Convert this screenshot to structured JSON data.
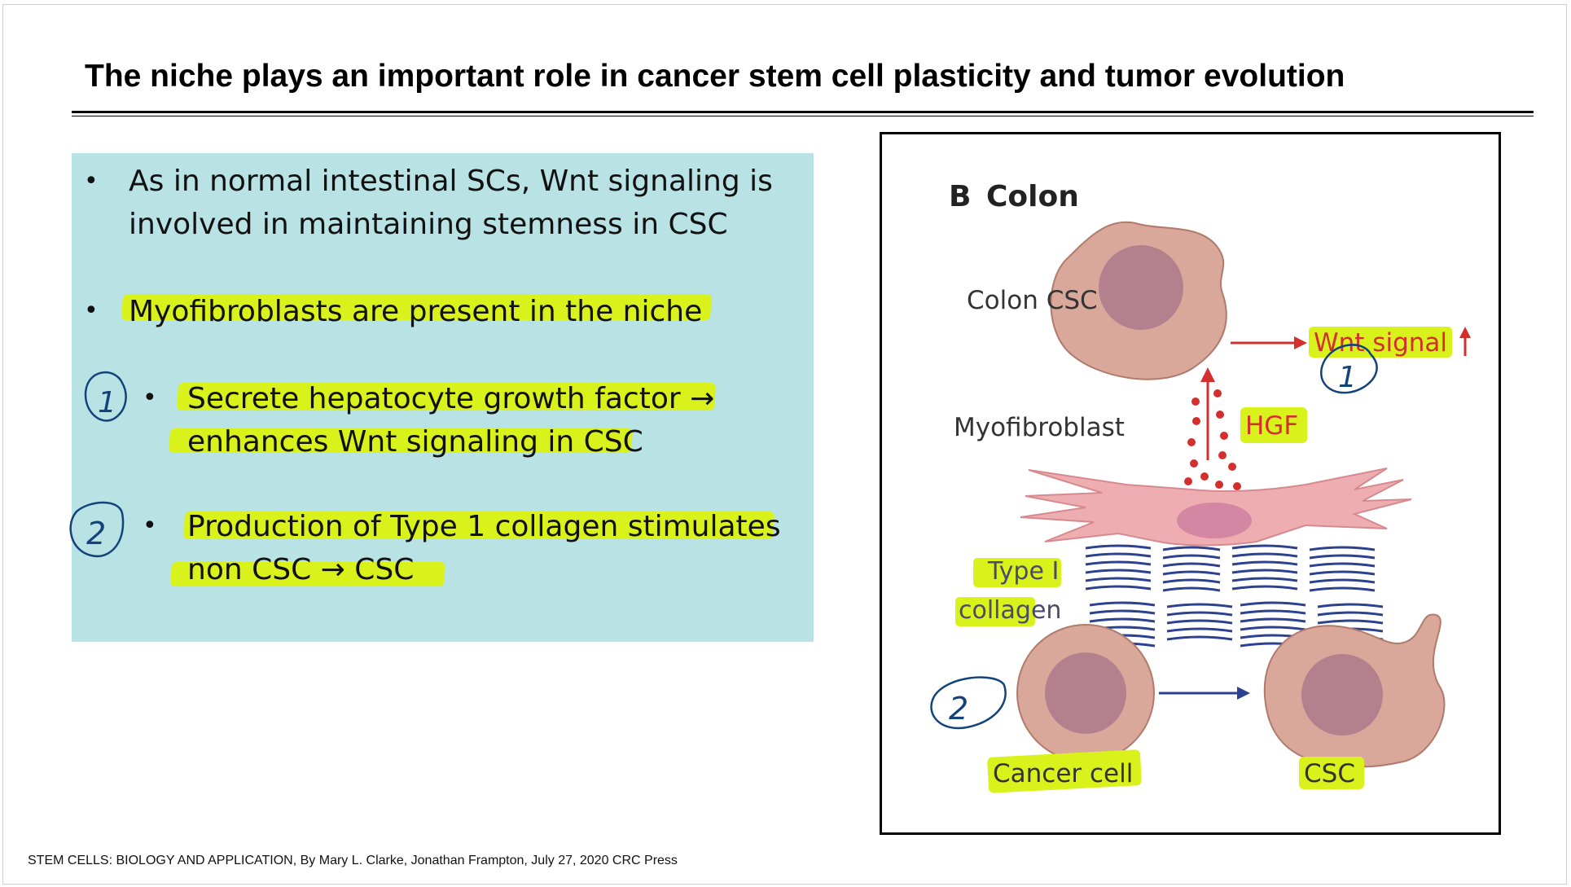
{
  "slide": {
    "title": "The niche plays an important role in cancer stem cell plasticity and tumor evolution",
    "bullets": [
      {
        "line1": "As in normal intestinal SCs, Wnt signaling is",
        "line2": "involved in maintaining stemness in CSC"
      },
      {
        "line1": "Myofibroblasts are present in the niche"
      }
    ],
    "sub_bullets": [
      {
        "line1": "Secrete hepatocyte growth factor →",
        "line2": "enhances Wnt signaling in CSC",
        "annotation": "1"
      },
      {
        "line1": "Production of Type 1 collagen stimulates",
        "line2": "non CSC → CSC",
        "annotation": "2"
      }
    ],
    "bullet_glyph": "•",
    "footer": "STEM CELLS: BIOLOGY AND APPLICATION, By Mary L. Clarke, Jonathan Frampton, July 27, 2020 CRC Press"
  },
  "figure": {
    "panel_label": "B",
    "panel_title": "Colon",
    "labels": {
      "colon_csc": "Colon CSC",
      "wnt_signal": "Wnt signal",
      "hgf": "HGF",
      "myofibroblast": "Myofibroblast",
      "type1_line1": "Type I",
      "type1_line2": "collagen",
      "cancer_cell": "Cancer cell",
      "csc": "CSC"
    },
    "annotations": [
      "1",
      "2"
    ]
  },
  "colors": {
    "highlight": "#d9f21b",
    "panel_bg": "#b9e2e5",
    "cell_fill": "#d9a89a",
    "nucleus": "#b5808e",
    "myofibroblast": "#eeadb0",
    "collagen": "#2d4191",
    "arrow_red": "#d32f2f",
    "arrow_blue": "#2d4191",
    "ink": "#14437a"
  }
}
